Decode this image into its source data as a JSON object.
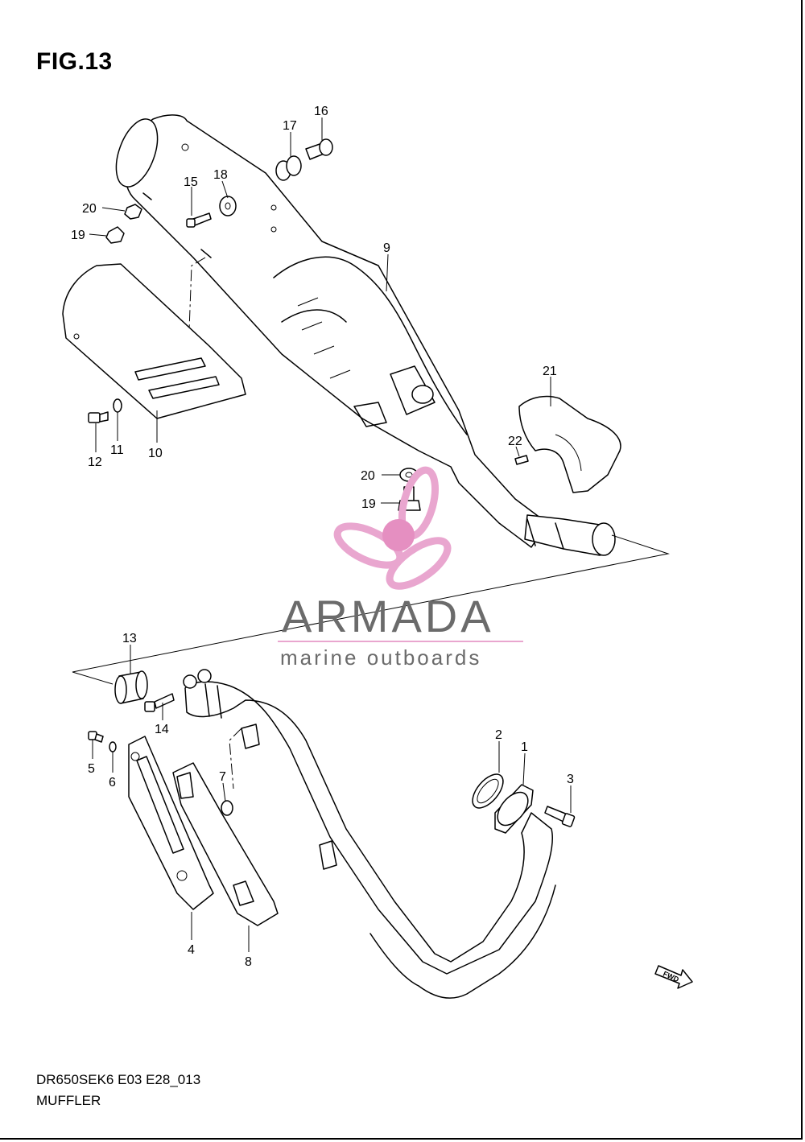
{
  "figure": {
    "title": "FIG.13",
    "model_code": "DR650SEK6 E03 E28_013",
    "section_name": "MUFFLER",
    "direction_marker": "FWD"
  },
  "watermark": {
    "brand": "ARMADA",
    "tagline": "marine outboards",
    "colors": {
      "logo": "#e9a6cf",
      "logo_hub": "#e58fc1",
      "text": "#6b6b6b"
    }
  },
  "callouts": [
    {
      "id": "c1",
      "label": "1"
    },
    {
      "id": "c2",
      "label": "2"
    },
    {
      "id": "c3",
      "label": "3"
    },
    {
      "id": "c4",
      "label": "4"
    },
    {
      "id": "c5",
      "label": "5"
    },
    {
      "id": "c6",
      "label": "6"
    },
    {
      "id": "c7",
      "label": "7"
    },
    {
      "id": "c8",
      "label": "8"
    },
    {
      "id": "c9",
      "label": "9"
    },
    {
      "id": "c10",
      "label": "10"
    },
    {
      "id": "c11",
      "label": "11"
    },
    {
      "id": "c12",
      "label": "12"
    },
    {
      "id": "c13",
      "label": "13"
    },
    {
      "id": "c14",
      "label": "14"
    },
    {
      "id": "c15",
      "label": "15"
    },
    {
      "id": "c16",
      "label": "16"
    },
    {
      "id": "c17",
      "label": "17"
    },
    {
      "id": "c18",
      "label": "18"
    },
    {
      "id": "c19a",
      "label": "19"
    },
    {
      "id": "c19b",
      "label": "19"
    },
    {
      "id": "c20a",
      "label": "20"
    },
    {
      "id": "c20b",
      "label": "20"
    },
    {
      "id": "c21",
      "label": "21"
    },
    {
      "id": "c22",
      "label": "22"
    }
  ]
}
